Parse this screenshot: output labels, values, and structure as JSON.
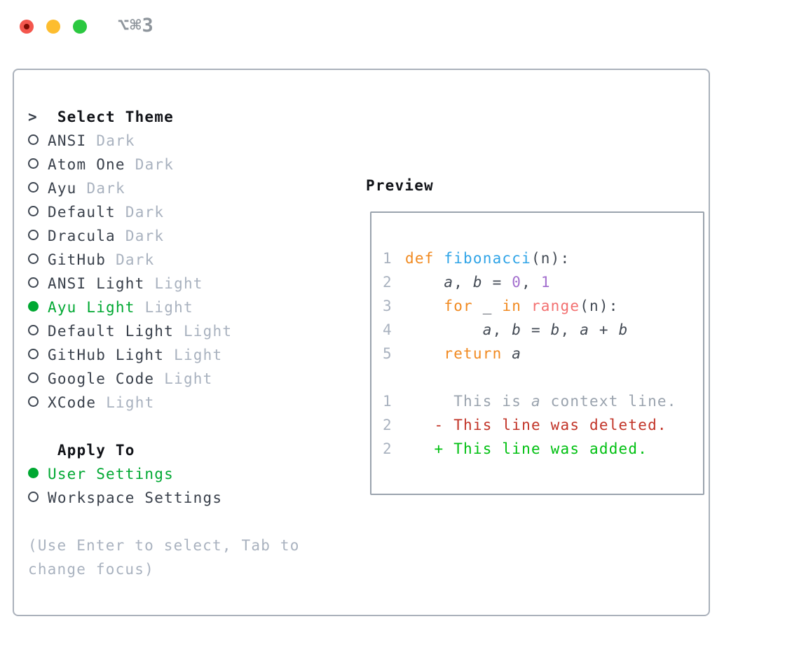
{
  "window": {
    "shortcut_hint": "⌥⌘3",
    "traffic_lights": [
      "close",
      "minimize",
      "zoom"
    ]
  },
  "colors": {
    "traffic_red": "#f4564d",
    "traffic_red_dot": "#7e0c03",
    "traffic_yellow": "#fdbd2f",
    "traffic_green": "#2bc840",
    "shortcut_gray": "#8e959c",
    "panel_border": "#aab1bb",
    "box_border": "#9aa3ad",
    "text_dark": "#39404b",
    "radio_ring": "#3e4651",
    "muted": "#a9b2bf",
    "green_select": "#00a832",
    "green_added": "#00c011",
    "red_deleted": "#c23428",
    "orange_keyword": "#f18a21",
    "blue_function": "#2fa4e7",
    "purple_number": "#a36fce",
    "coral_call": "#f37070",
    "code_text": "#434a54",
    "ctx_gray": "#9aa3ae"
  },
  "theme_picker": {
    "header_prefix": ">",
    "header": "Select Theme",
    "items": [
      {
        "name": "ANSI",
        "variant": "Dark",
        "selected": false
      },
      {
        "name": "Atom One",
        "variant": "Dark",
        "selected": false
      },
      {
        "name": "Ayu",
        "variant": "Dark",
        "selected": false
      },
      {
        "name": "Default",
        "variant": "Dark",
        "selected": false
      },
      {
        "name": "Dracula",
        "variant": "Dark",
        "selected": false
      },
      {
        "name": "GitHub",
        "variant": "Dark",
        "selected": false
      },
      {
        "name": "ANSI Light",
        "variant": "Light",
        "selected": false
      },
      {
        "name": "Ayu Light",
        "variant": "Light",
        "selected": true
      },
      {
        "name": "Default Light",
        "variant": "Light",
        "selected": false
      },
      {
        "name": "GitHub Light",
        "variant": "Light",
        "selected": false
      },
      {
        "name": "Google Code",
        "variant": "Light",
        "selected": false
      },
      {
        "name": "XCode",
        "variant": "Light",
        "selected": false
      }
    ]
  },
  "apply_to": {
    "header": "Apply To",
    "items": [
      {
        "label": "User Settings",
        "selected": true
      },
      {
        "label": "Workspace Settings",
        "selected": false
      }
    ]
  },
  "hint": "(Use Enter to select, Tab to change focus)",
  "preview": {
    "header": "Preview",
    "code_lines": [
      {
        "num": "1",
        "segments": [
          {
            "t": "def ",
            "c": "keyword"
          },
          {
            "t": "fibonacci",
            "c": "function"
          },
          {
            "t": "(n):",
            "c": "plain"
          }
        ]
      },
      {
        "num": "2",
        "segments": [
          {
            "t": "    ",
            "c": "plain"
          },
          {
            "t": "a",
            "c": "plain",
            "i": true
          },
          {
            "t": ", ",
            "c": "plain"
          },
          {
            "t": "b",
            "c": "plain",
            "i": true
          },
          {
            "t": " = ",
            "c": "plain"
          },
          {
            "t": "0",
            "c": "number"
          },
          {
            "t": ", ",
            "c": "plain"
          },
          {
            "t": "1",
            "c": "number"
          }
        ]
      },
      {
        "num": "3",
        "segments": [
          {
            "t": "    ",
            "c": "plain"
          },
          {
            "t": "for",
            "c": "keyword"
          },
          {
            "t": " _ ",
            "c": "plain"
          },
          {
            "t": "in",
            "c": "keyword"
          },
          {
            "t": " ",
            "c": "plain"
          },
          {
            "t": "range",
            "c": "call"
          },
          {
            "t": "(n):",
            "c": "plain"
          }
        ]
      },
      {
        "num": "4",
        "segments": [
          {
            "t": "        ",
            "c": "plain"
          },
          {
            "t": "a",
            "c": "plain",
            "i": true
          },
          {
            "t": ", ",
            "c": "plain"
          },
          {
            "t": "b",
            "c": "plain",
            "i": true
          },
          {
            "t": " = ",
            "c": "plain"
          },
          {
            "t": "b",
            "c": "plain",
            "i": true
          },
          {
            "t": ", ",
            "c": "plain"
          },
          {
            "t": "a",
            "c": "plain",
            "i": true
          },
          {
            "t": " + ",
            "c": "plain"
          },
          {
            "t": "b",
            "c": "plain",
            "i": true
          }
        ]
      },
      {
        "num": "5",
        "segments": [
          {
            "t": "    ",
            "c": "plain"
          },
          {
            "t": "return",
            "c": "keyword"
          },
          {
            "t": " ",
            "c": "plain"
          },
          {
            "t": "a",
            "c": "plain",
            "i": true
          }
        ]
      },
      {
        "num": "",
        "segments": []
      },
      {
        "num": "1",
        "segments": [
          {
            "t": "     This is ",
            "c": "ctx"
          },
          {
            "t": "a",
            "c": "ctx",
            "i": true
          },
          {
            "t": " context line.",
            "c": "ctx"
          }
        ]
      },
      {
        "num": "2",
        "segments": [
          {
            "t": "   - This line was deleted.",
            "c": "del"
          }
        ]
      },
      {
        "num": "2",
        "segments": [
          {
            "t": "   + This line was added.",
            "c": "add"
          }
        ]
      }
    ]
  }
}
